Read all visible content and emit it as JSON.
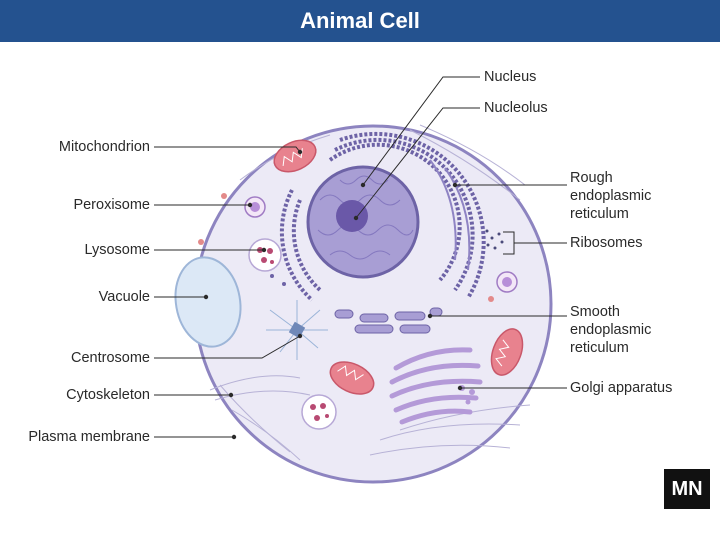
{
  "header": {
    "title": "Animal Cell"
  },
  "labels": {
    "nucleus": "Nucleus",
    "nucleolus": "Nucleolus",
    "mitochondrion": "Mitochondrion",
    "peroxisome": "Peroxisome",
    "lysosome": "Lysosome",
    "vacuole": "Vacuole",
    "centrosome": "Centrosome",
    "cytoskeleton": "Cytoskeleton",
    "plasma_membrane": "Plasma membrane",
    "rough_er_1": "Rough",
    "rough_er_2": "endoplasmic",
    "rough_er_3": "reticulum",
    "ribosomes": "Ribosomes",
    "smooth_er_1": "Smooth",
    "smooth_er_2": "endoplasmic",
    "smooth_er_3": "reticulum",
    "golgi": "Golgi apparatus"
  },
  "logo": {
    "text": "MN"
  },
  "colors": {
    "header": "#24528f",
    "cytoplasm": "#eceaf6",
    "membrane": "#8d84c0",
    "nucleus": "#a89ed4",
    "nucleolus": "#6a58a8",
    "er": "#6d63a6",
    "mitochondrion": "#e8828e",
    "lysosome": "#b84a72",
    "vacuole": "#dce8f6"
  }
}
